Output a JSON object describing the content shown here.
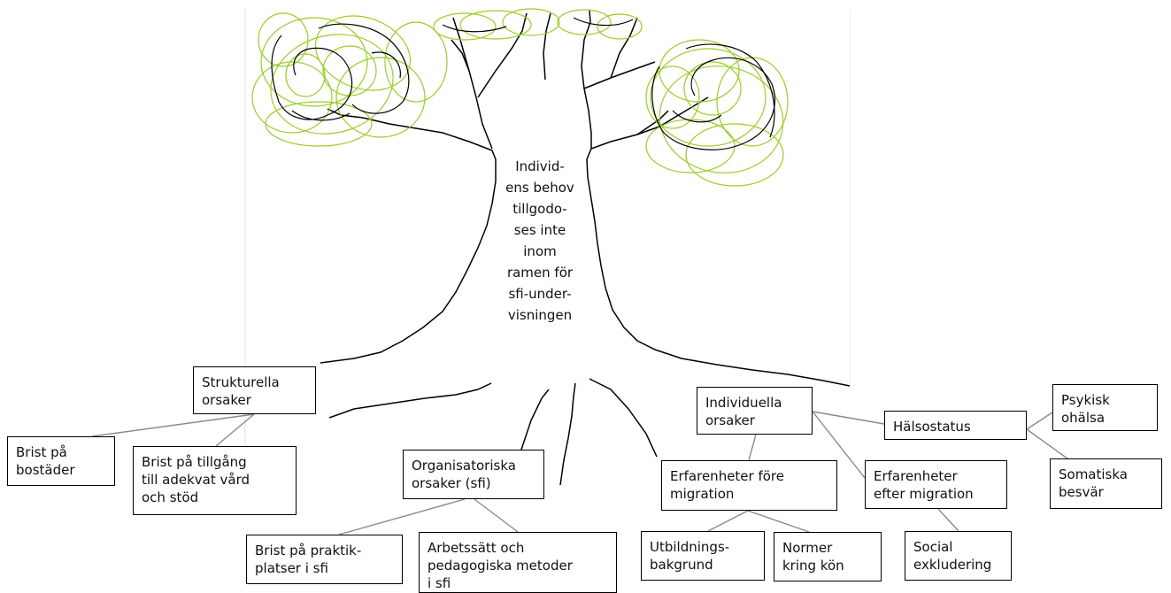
{
  "colors": {
    "foliage": "#9ccc2a",
    "ink": "#000000",
    "connector": "#8a8a8a"
  },
  "trunk_label": "Individ-\nens behov\ntillgodo-\nses inte\ninom\nramen för\nsfi-under-\nvisningen",
  "boxes": {
    "strukturella": "Strukturella\norsaker",
    "bostader": "Brist på\nbostäder",
    "vard": "Brist på tillgång\ntill adekvat vård\noch stöd",
    "organisatoriska": "Organisatoriska\norsaker (sfi)",
    "praktik": "Brist på praktik-\nplatser i sfi",
    "arbetssatt": "Arbetssätt och\npedagogiska  metoder\ni sfi",
    "individuella": "Individuella\norsaker",
    "halsostatus": "Hälsostatus",
    "psykisk": "Psykisk\nohälsa",
    "somatiska": "Somatiska\nbesvär",
    "fore": "Erfarenheter före\nmigration",
    "efter": "Erfarenheter\nefter migration",
    "utbildning": "Utbildnings-\nbakgrund",
    "normer": "Normer\nkring kön",
    "social": "Social\nexkludering"
  }
}
